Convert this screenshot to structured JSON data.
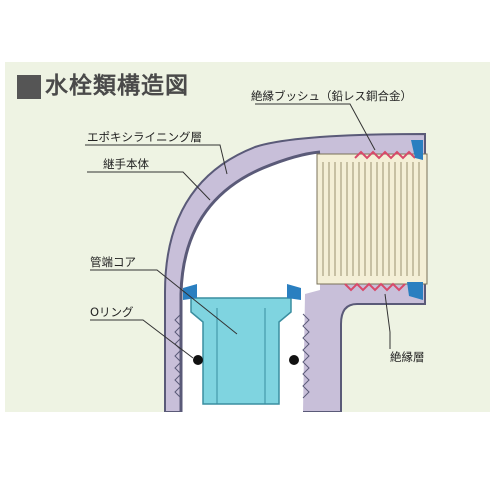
{
  "title": "水栓類構造図",
  "labels": {
    "bushing": "絶縁ブッシュ（鉛レス銅合金）",
    "epoxy": "エポキシライニング層",
    "body": "継手本体",
    "core": "管端コア",
    "oring": "Oリング",
    "insulation": "絶縁層"
  },
  "colors": {
    "panel": "#eef3e3",
    "body": "#c8bfd9",
    "lining": "#5a5a78",
    "core": "#7fd4e0",
    "bushing": "#f4efd6",
    "insulation_red": "#d84a6a",
    "insulation_blue": "#2a7fc0"
  }
}
